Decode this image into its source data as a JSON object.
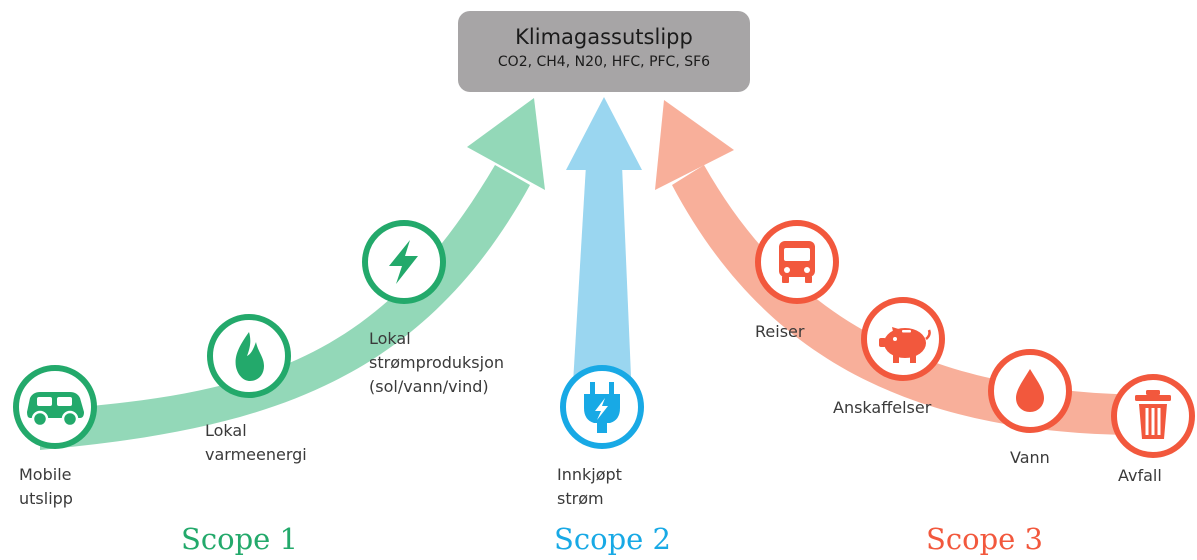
{
  "header": {
    "title": "Klimagassutslipp",
    "subtitle": "CO2, CH4, N20, HFC, PFC, SF6"
  },
  "colors": {
    "scope1": "#23a96b",
    "scope1_arrow": "#93d8b8",
    "scope2": "#18a9e5",
    "scope2_arrow": "#9ad6f0",
    "scope3": "#f2583d",
    "scope3_arrow": "#f8af9a",
    "header_box": "#a7a5a6"
  },
  "scopes": [
    {
      "label": "Scope 1",
      "items": [
        {
          "icon": "car-icon",
          "lines": [
            "Mobile",
            "utslipp"
          ]
        },
        {
          "icon": "flame-icon",
          "lines": [
            "Lokal",
            "varmeenergi"
          ]
        },
        {
          "icon": "lightning-icon",
          "lines": [
            "Lokal",
            "strømproduksjon",
            "(sol/vann/vind)"
          ]
        }
      ]
    },
    {
      "label": "Scope 2",
      "items": [
        {
          "icon": "plug-icon",
          "lines": [
            "Innkjøpt",
            "strøm"
          ]
        }
      ]
    },
    {
      "label": "Scope 3",
      "items": [
        {
          "icon": "bus-icon",
          "lines": [
            "Reiser"
          ]
        },
        {
          "icon": "piggy-bank-icon",
          "lines": [
            "Anskaffelser"
          ]
        },
        {
          "icon": "water-drop-icon",
          "lines": [
            "Vann"
          ]
        },
        {
          "icon": "trash-can-icon",
          "lines": [
            "Avfall"
          ]
        }
      ]
    }
  ]
}
